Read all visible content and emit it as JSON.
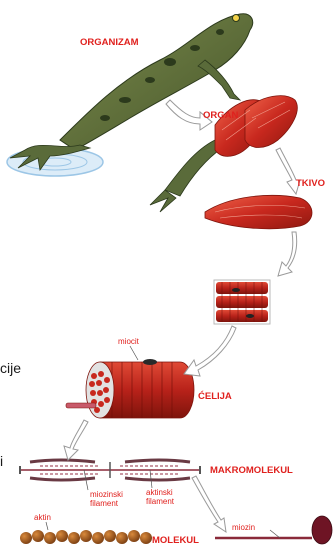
{
  "labels": {
    "organism": "ORGANIZAM",
    "organ": "ORGAN",
    "tissue": "TKIVO",
    "myocyte": "miocit",
    "cell": "ĆELIJA",
    "macromolecule": "MAKROMOLEKUL",
    "myosin_filament_line1": "miozinski",
    "myosin_filament_line2": "filament",
    "actin_filament_line1": "aktinski",
    "actin_filament_line2": "filament",
    "actin": "aktin",
    "molecule": "MOLEKUL",
    "myosin": "miozin"
  },
  "side_text": {
    "fragment1": "cije",
    "fragment2": "i"
  },
  "colors": {
    "label_red": "#e0211e",
    "frog_green": "#5a6b3a",
    "frog_dark": "#2c3a1c",
    "muscle_red": "#c8281e",
    "muscle_light": "#e8503c",
    "arrow_outline": "#9a9a9a",
    "water_blue": "#9cc6e6"
  }
}
